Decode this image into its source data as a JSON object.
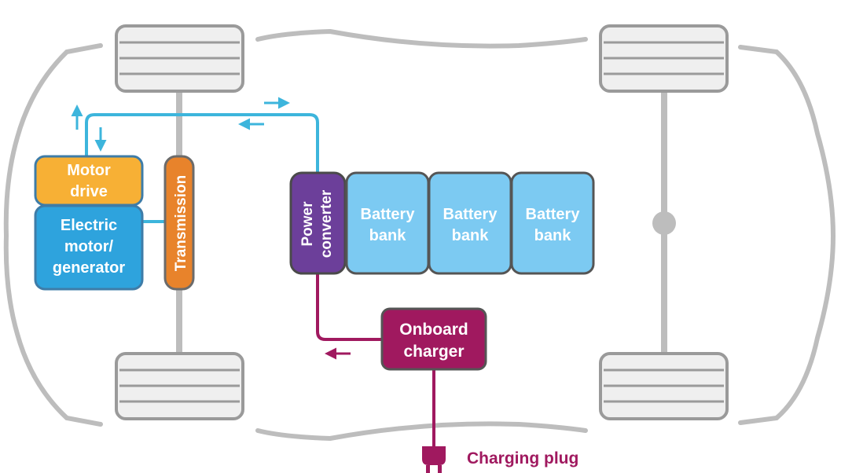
{
  "components": {
    "motor_drive": {
      "line1": "Motor",
      "line2": "drive",
      "color": "#F7B035"
    },
    "electric_motor": {
      "line1": "Electric",
      "line2": "motor/",
      "line3": "generator",
      "color": "#2EA3DD"
    },
    "transmission": {
      "label": "Transmission",
      "color": "#E8832B"
    },
    "power_converter": {
      "line1": "Power",
      "line2": "converter",
      "color": "#6C3F9A"
    },
    "battery_banks": [
      {
        "line1": "Battery",
        "line2": "bank"
      },
      {
        "line1": "Battery",
        "line2": "bank"
      },
      {
        "line1": "Battery",
        "line2": "bank"
      }
    ],
    "battery_color": "#7CCAF2",
    "onboard_charger": {
      "line1": "Onboard",
      "line2": "charger",
      "color": "#A0195F"
    },
    "charging_plug": {
      "label": "Charging plug",
      "color": "#A0195F",
      "icon": "plug-icon"
    }
  },
  "colors": {
    "dc_line": "#3DB5DC",
    "ac_line": "#A0195F",
    "chassis": "#BBBBBB",
    "wheel_fill": "#EFEFEF",
    "wheel_stroke": "#9A9A9A"
  }
}
